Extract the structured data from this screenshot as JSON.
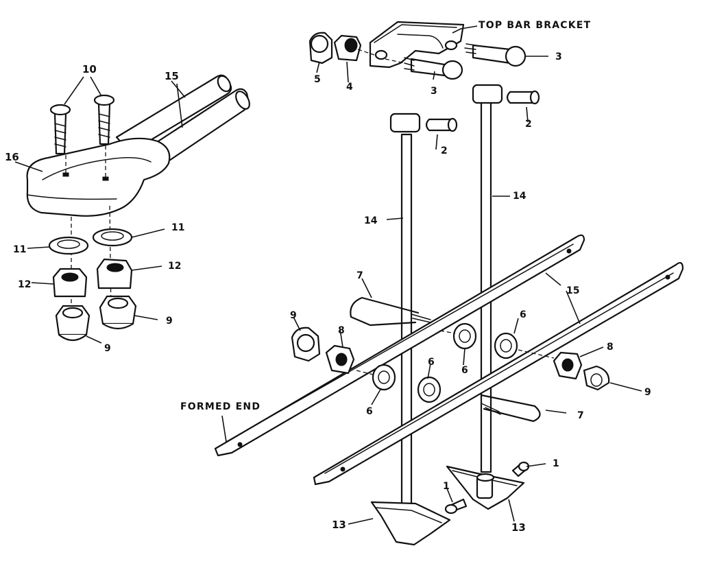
{
  "labels": {
    "top_bar_bracket": "TOP BAR BRACKET",
    "formed_end": "FORMED END",
    "n10": "10",
    "n15a": "15",
    "n16": "16",
    "n11a": "11",
    "n11b": "11",
    "n12a": "12",
    "n12b": "12",
    "n9a": "9",
    "n9b": "9",
    "n5": "5",
    "n4": "4",
    "n3a": "3",
    "n3b": "3",
    "n2a": "2",
    "n2b": "2",
    "n14a": "14",
    "n14b": "14",
    "n7a": "7",
    "n7b": "7",
    "n15b": "15",
    "n9c": "9",
    "n8a": "8",
    "n6a": "6",
    "n6b": "6",
    "n6c": "6",
    "n6d": "6",
    "n8b": "8",
    "n9d": "9",
    "n1a": "1",
    "n1b": "1",
    "n13a": "13",
    "n13b": "13"
  }
}
